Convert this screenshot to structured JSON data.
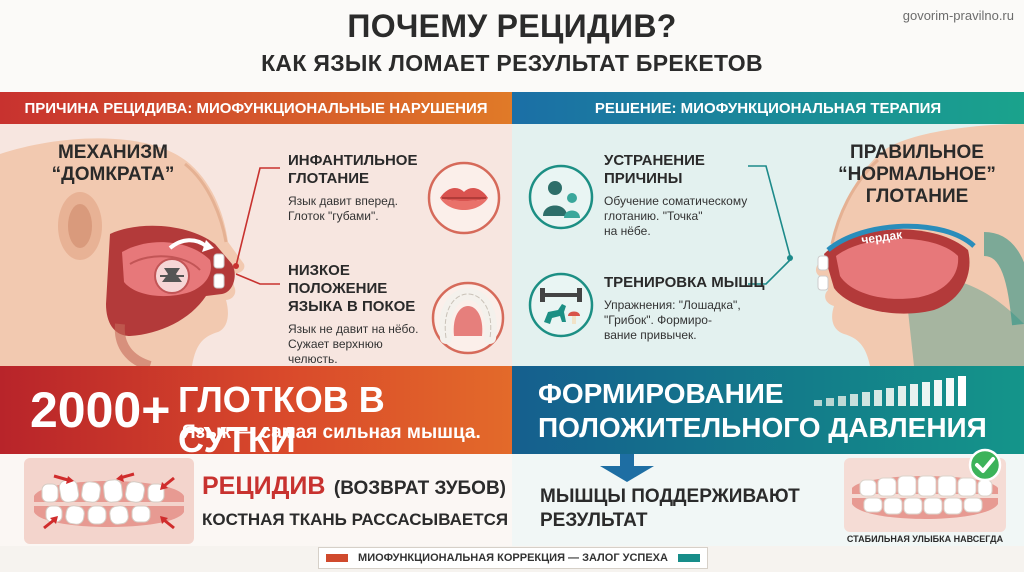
{
  "header": {
    "title": "ПОЧЕМУ РЕЦИДИВ?",
    "subtitle": "КАК ЯЗЫК ЛОМАЕТ РЕЗУЛЬТАТ БРЕКЕТОВ",
    "site": "govorim-pravilno.ru"
  },
  "left": {
    "band_title": "ПРИЧИНА РЕЦИДИВА: МИОФУНКЦИОНАЛЬНЫЕ НАРУШЕНИЯ",
    "mechanism_line1": "МЕХАНИЗМ",
    "mechanism_line2": "“ДОМКРАТА”",
    "item1": {
      "title_line1": "ИНФАНТИЛЬНОЕ",
      "title_line2": "ГЛОТАНИЕ",
      "desc_line1": "Язык давит вперед.",
      "desc_line2": "Глоток \"губами\"."
    },
    "item2": {
      "title_line1": "НИЗКОЕ ПОЛОЖЕНИЕ",
      "title_line2": "ЯЗЫКА В ПОКОЕ",
      "desc_line1": "Язык не давит на нёбо.",
      "desc_line2": "Сужает верхнюю",
      "desc_line3": "челюсть."
    },
    "stripe_number": "2000+",
    "stripe_title": "ГЛОТКОВ В СУТКИ",
    "stripe_sub": "Язык — самая сильная мышца.",
    "relapse_word": "РЕЦИДИВ",
    "relapse_paren": "(ВОЗВРАТ ЗУБОВ)",
    "relapse_sub": "КОСТНАЯ ТКАНЬ РАССАСЫВАЕТСЯ"
  },
  "right": {
    "band_title": "РЕШЕНИЕ: МИОФУНКЦИОНАЛЬНАЯ ТЕРАПИЯ",
    "normal_line1": "ПРАВИЛЬНОЕ",
    "normal_line2": "“НОРМАЛЬНОЕ”",
    "normal_line3": "ГЛОТАНИЕ",
    "attic_label": "чердак",
    "item1": {
      "title_line1": "УСТРАНЕНИЕ",
      "title_line2": "ПРИЧИНЫ",
      "desc_line1": "Обучение соматическому",
      "desc_line2": "глотанию. \"Точка\"",
      "desc_line3": "на нёбе."
    },
    "item2": {
      "title_line1": "ТРЕНИРОВКА МЫШЦ",
      "desc_line1": "Упражнения: \"Лошадка\",",
      "desc_line2": "\"Грибок\". Формиро-",
      "desc_line3": "вание привычек."
    },
    "stripe_line1": "ФОРМИРОВАНИЕ",
    "stripe_line2": "ПОЛОЖИТЕЛЬНОГО ДАВЛЕНИЯ",
    "result_line1": "МЫШЦЫ ПОДДЕРЖИВАЮТ",
    "result_line2": "РЕЗУЛЬТАТ",
    "smile_caption": "СТАБИЛЬНАЯ УЛЫБКА НАВСЕГДА"
  },
  "footer": {
    "text": "МИОФУНКЦИОНАЛЬНАЯ КОРРЕКЦИЯ — ЗАЛОГ УСПЕХА"
  },
  "colors": {
    "red": "#c8322f",
    "orange": "#e07a28",
    "blue": "#1b6fa6",
    "teal": "#1aa38c",
    "green": "#3cb35a"
  }
}
